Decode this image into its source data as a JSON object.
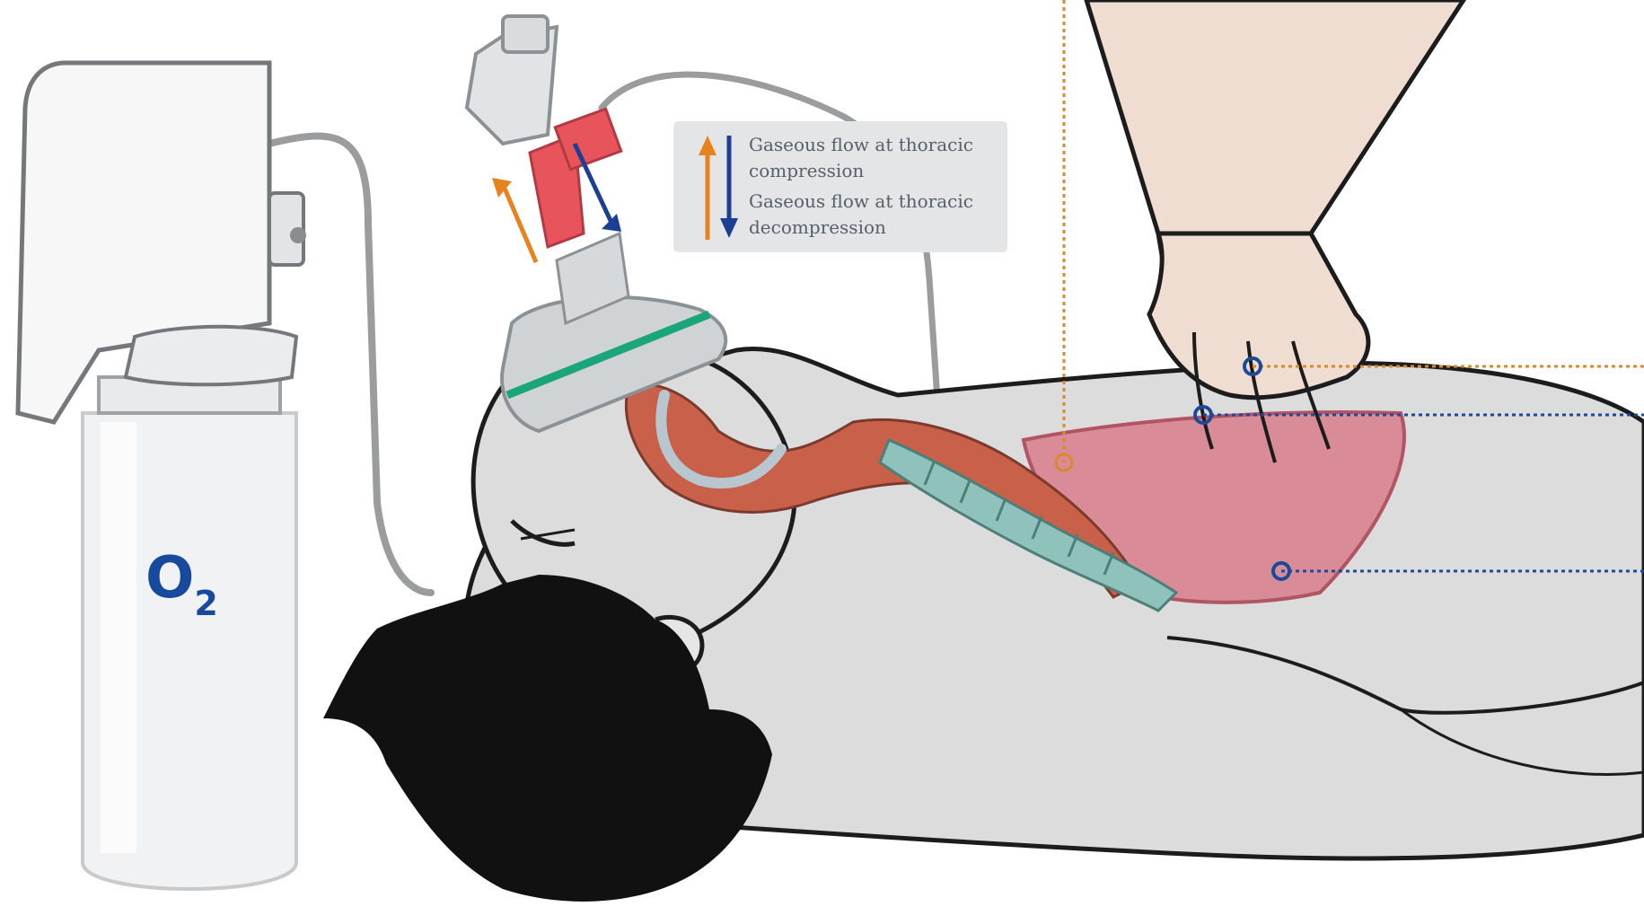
{
  "legend": {
    "compression_text": "Gaseous flow at thoracic compression",
    "decompression_text": "Gaseous flow at thoracic decompression",
    "compression_arrow_color": "#e8821e",
    "decompression_arrow_color": "#1b3f95"
  },
  "cylinder": {
    "label_main": "O",
    "label_sub": "2",
    "label_color": "#174a9e"
  },
  "colors": {
    "skin": "#dcdcdc",
    "hair": "#111111",
    "lung": "#d98c97",
    "airway": "#c9604a",
    "trachea": "#8fc2bb",
    "mask_seal": "#1aa57a",
    "valve": "#e8545c",
    "leader_orange": "#d98a2a",
    "leader_blue": "#1b4a9a"
  },
  "icons": {
    "cylinder": "oxygen-cylinder-icon",
    "mask": "face-mask-icon",
    "hands": "hands-compression-icon"
  }
}
